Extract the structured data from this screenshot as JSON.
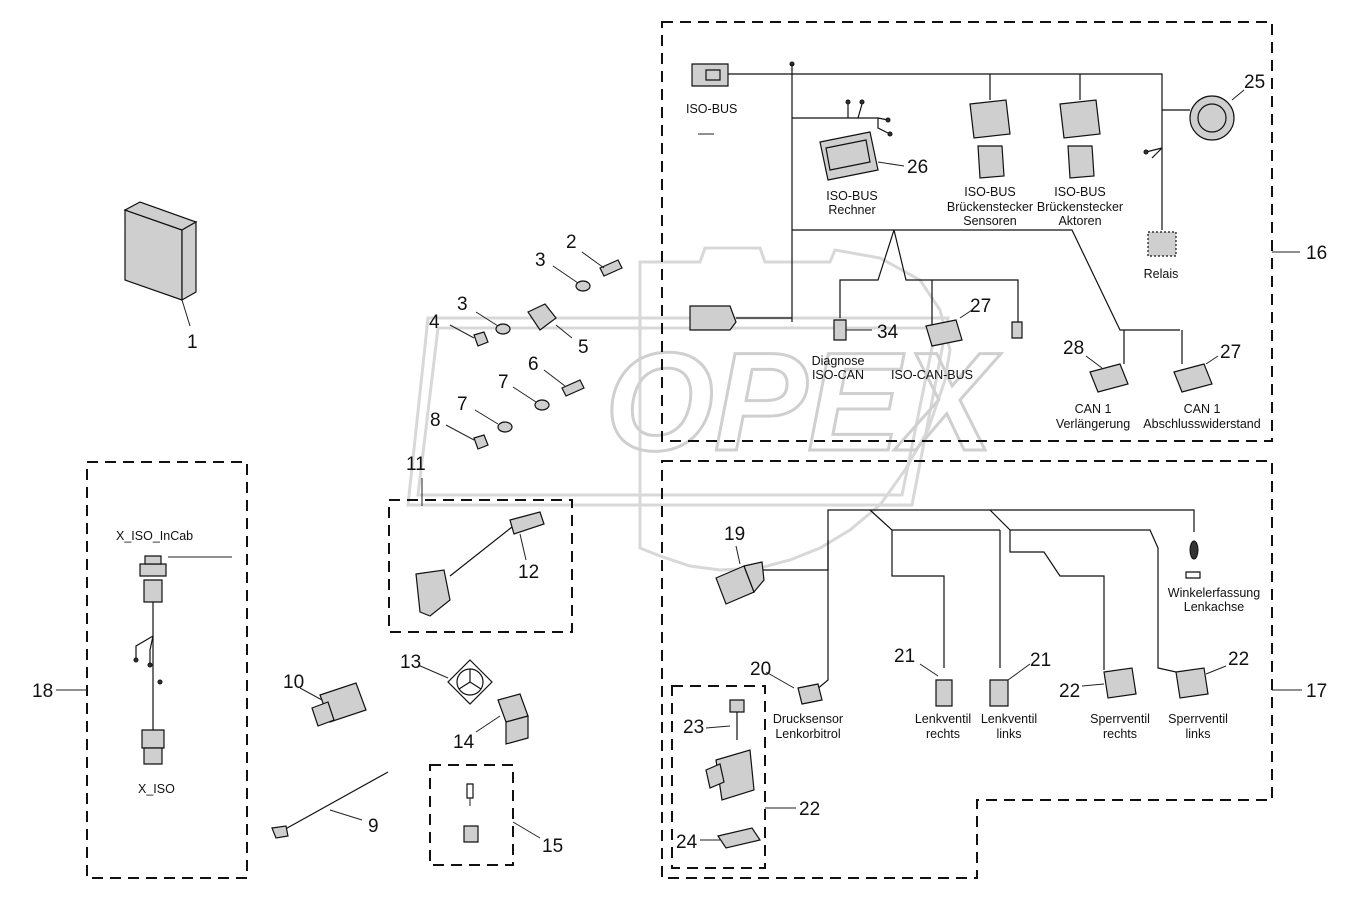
{
  "watermark": "OPEX",
  "callouts": {
    "n1": "1",
    "n2": "2",
    "n3a": "3",
    "n3b": "3",
    "n4": "4",
    "n5": "5",
    "n6": "6",
    "n7a": "7",
    "n7b": "7",
    "n8": "8",
    "n9": "9",
    "n10": "10",
    "n11": "11",
    "n12": "12",
    "n13": "13",
    "n14": "14",
    "n15": "15",
    "n16": "16",
    "n17": "17",
    "n18": "18",
    "n19": "19",
    "n20": "20",
    "n21a": "21",
    "n21b": "21",
    "n22a": "22",
    "n22b": "22",
    "n22c": "22",
    "n23": "23",
    "n24": "24",
    "n25": "25",
    "n26": "26",
    "n27a": "27",
    "n27b": "27",
    "n28": "28",
    "n34": "34"
  },
  "labels": {
    "iso_bus": "ISO-BUS",
    "iso_bus_rechner_1": "ISO-BUS",
    "iso_bus_rechner_2": "Rechner",
    "sensoren_1": "ISO-BUS",
    "sensoren_2": "Brückenstecker",
    "sensoren_3": "Sensoren",
    "aktoren_1": "ISO-BUS",
    "aktoren_2": "Brückenstecker",
    "aktoren_3": "Aktoren",
    "relais": "Relais",
    "diagnose_1": "Diagnose",
    "diagnose_2": "ISO-CAN",
    "iso_can_bus": "ISO-CAN-BUS",
    "can1_verl_1": "CAN 1",
    "can1_verl_2": "Verlängerung",
    "can1_abschl_1": "CAN 1",
    "can1_abschl_2": "Abschlusswiderstand",
    "x_iso_incab": "X_ISO_InCab",
    "x_iso": "X_ISO",
    "winkel_1": "Winkelerfassung",
    "winkel_2": "Lenkachse",
    "druck_1": "Drucksensor",
    "druck_2": "Lenkorbitrol",
    "lv_rechts_1": "Lenkventil",
    "lv_rechts_2": "rechts",
    "lv_links_1": "Lenkventil",
    "lv_links_2": "links",
    "sv_rechts_1": "Sperrventil",
    "sv_rechts_2": "rechts",
    "sv_links_1": "Sperrventil",
    "sv_links_2": "links"
  }
}
